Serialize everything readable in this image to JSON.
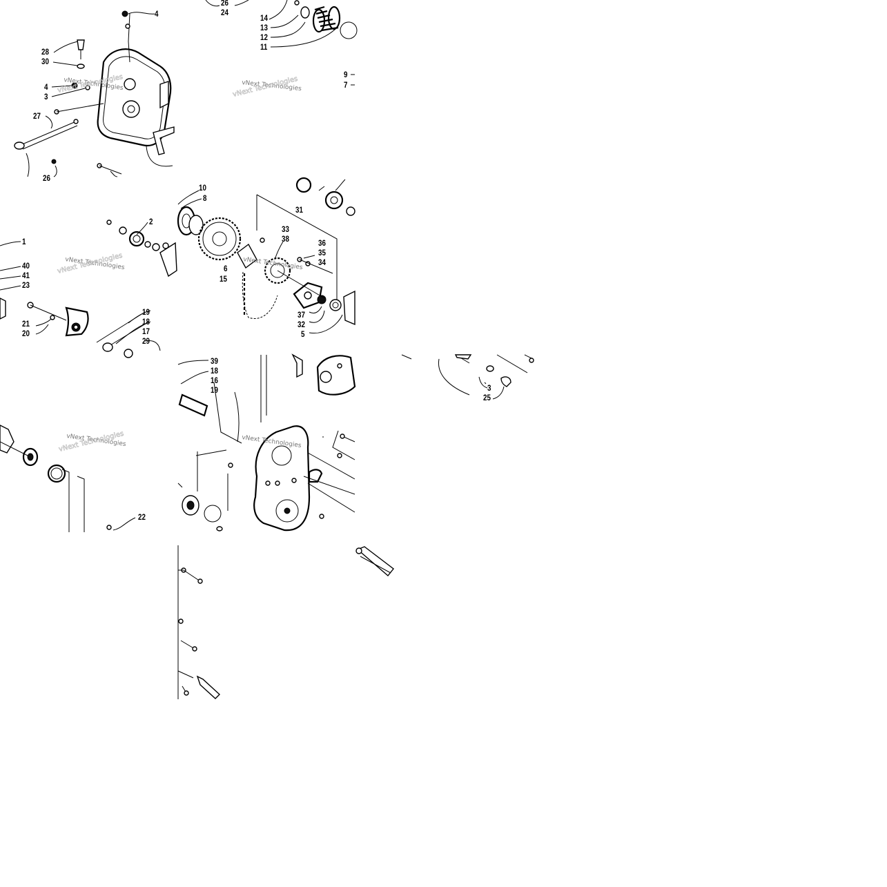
{
  "diagram": {
    "watermark": "vNext Technologies",
    "labels": {
      "t1_4a": "4",
      "t1_28": "28",
      "t1_30": "30",
      "t1_4b": "4",
      "t1_3": "3",
      "t1_27": "27",
      "t1_26": "26",
      "t2_26": "26",
      "t2_24": "24",
      "t2_14": "14",
      "t2_13": "13",
      "t2_12": "12",
      "t2_11": "11",
      "t2_9": "9",
      "t2_7": "7",
      "t3_1": "1",
      "t3_40": "40",
      "t3_41": "41",
      "t3_23": "23",
      "t3_2": "2",
      "t3_21": "21",
      "t3_20": "20",
      "t3_19": "19",
      "t3_18": "18",
      "t3_17": "17",
      "t3_29": "29",
      "t4_10": "10",
      "t4_8": "8",
      "t4_31": "31",
      "t4_33": "33",
      "t4_38": "38",
      "t4_36": "36",
      "t4_35": "35",
      "t4_34": "34",
      "t4_6": "6",
      "t4_15": "15",
      "t4_37": "37",
      "t4_32": "32",
      "t4_5": "5",
      "t5_22": "22",
      "t6_39": "39",
      "t6_18": "18",
      "t6_16": "16",
      "t6_19": "19",
      "t7_3": "3",
      "t7_25": "25"
    }
  }
}
